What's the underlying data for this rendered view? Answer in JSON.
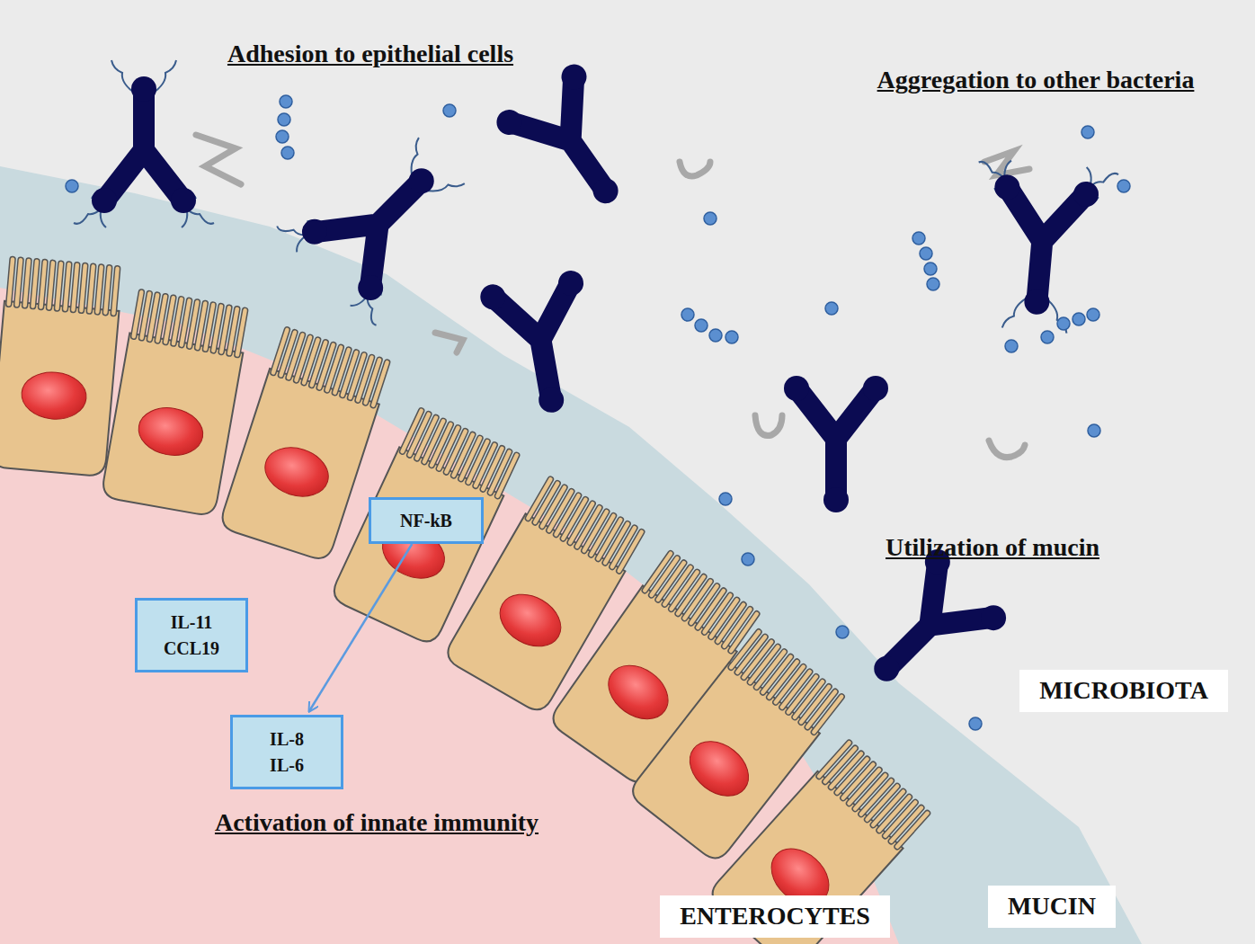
{
  "diagram": {
    "nodes": [
      {
        "text": [
          "NF-kB"
        ]
      },
      {
        "text": [
          "IL-11 CCL19"
        ]
      },
      {
        "text": [
          "IL-8 IL-6"
        ]
      }
    ],
    "edges": [
      {
        "from": 0,
        "to": 2,
        "arrow": "to"
      }
    ],
    "labels": [
      "Adhesion to epithelial cells",
      "Aggregation to other bacteria",
      "Utilization of mucin",
      "MICROBIOTA",
      "MUCIN",
      "ENTEROCYTES",
      "Activation of innate immunity"
    ]
  }
}
